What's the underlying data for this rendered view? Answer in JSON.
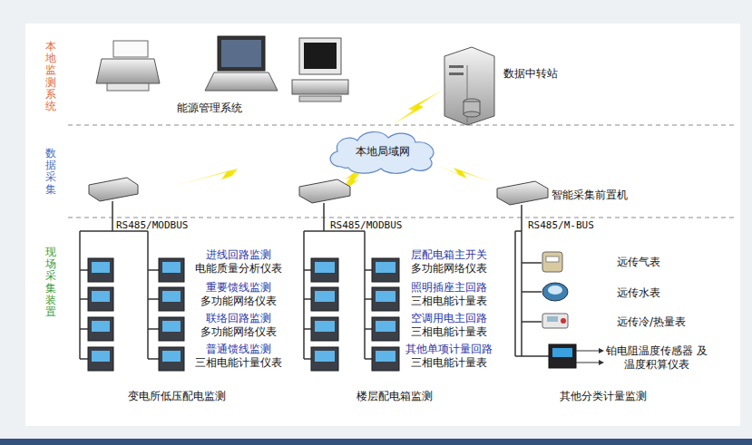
{
  "diagram": {
    "nodes": [
      {
        "text": [
          "本地局域网"
        ]
      }
    ],
    "labels": [
      "本地监测系统",
      "数据采集",
      "现场采集装置",
      "能源管理系统",
      "数据中转站",
      "智能采集前置机",
      "RS485/MODBUS",
      "RS485/MODBUS",
      "RS485/M-BUS",
      "进线回路监测",
      "电能质量分析仪表",
      "重要馈线监测",
      "多功能网络仪表",
      "联络回路监测",
      "多功能网络仪表",
      "普通馈线监测",
      "三相电能计量仪表",
      "层配电箱主开关",
      "多功能网络仪表",
      "照明插座主回路",
      "三相电能计量表",
      "空调用电主回路",
      "三相电能计量表",
      "其他单项计量回路",
      "三相电能计量表",
      "远传气表",
      "远传水表",
      "远传冷/热量表",
      "铂电阻温度传感器 及温度积算仪表",
      "变电所低压配电监测",
      "楼层配电箱监测",
      "其他分类计量监测"
    ]
  }
}
